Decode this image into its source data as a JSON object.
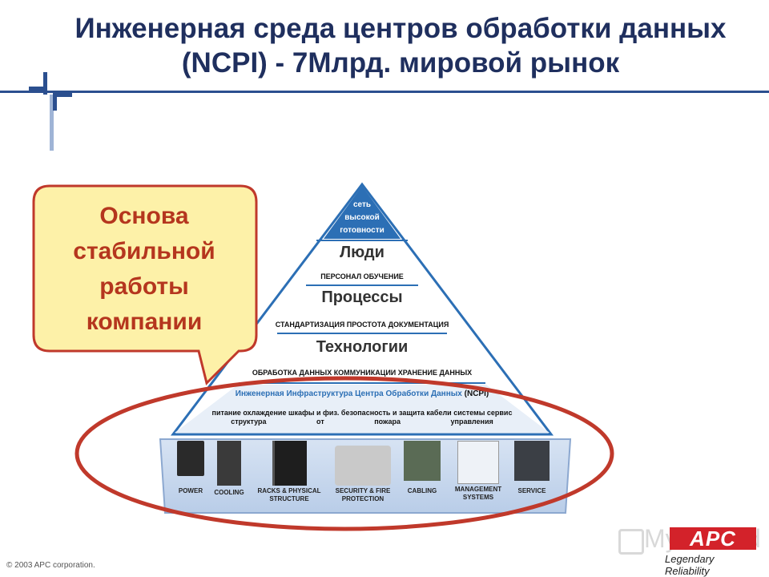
{
  "header": {
    "title_line1": "Инженерная среда центров обработки данных",
    "title_line2": "(NCPI) - 7Млрд. мировой рынок"
  },
  "callout": {
    "line1": "Основа",
    "line2": "стабильной",
    "line3": "работы",
    "line4": "компании"
  },
  "pyramid": {
    "apex": [
      "сеть",
      "высокой",
      "готовности"
    ],
    "people": {
      "title": "Люди",
      "items": "ПЕРСОНАЛ ОБУЧЕНИЕ"
    },
    "processes": {
      "title": "Процессы",
      "items": "СТАНДАРТИЗАЦИЯ ПРОСТОТА ДОКУМЕНТАЦИЯ"
    },
    "technologies": {
      "title": "Технологии",
      "items": "ОБРАБОТКА ДАННЫХ КОММУНИКАЦИИ ХРАНЕНИЕ ДАННЫХ"
    },
    "ncpi": {
      "title": "Инженерная Инфраструктура Центра Обработки Данных",
      "abbr": "(NCPI)",
      "items_line1": "питание охлаждение шкафы и физ. безопасность и защита кабели системы сервис",
      "items_line2": "структура от пожара управления"
    }
  },
  "products": [
    "POWER",
    "COOLING",
    "RACKS & PHYSICAL STRUCTURE",
    "SECURITY & FIRE PROTECTION",
    "CABLING",
    "MANAGEMENT SYSTEMS",
    "SERVICE"
  ],
  "footer": {
    "copyright": "© 2003 APC corporation.",
    "logo": "APC",
    "tagline": "Legendary Reliability",
    "watermark": "MyShared"
  },
  "colors": {
    "accent": "#1f2f5e",
    "callout_text": "#b5361e",
    "ellipse": "#c0392b",
    "pyramid_blue": "#2c6fb5"
  }
}
